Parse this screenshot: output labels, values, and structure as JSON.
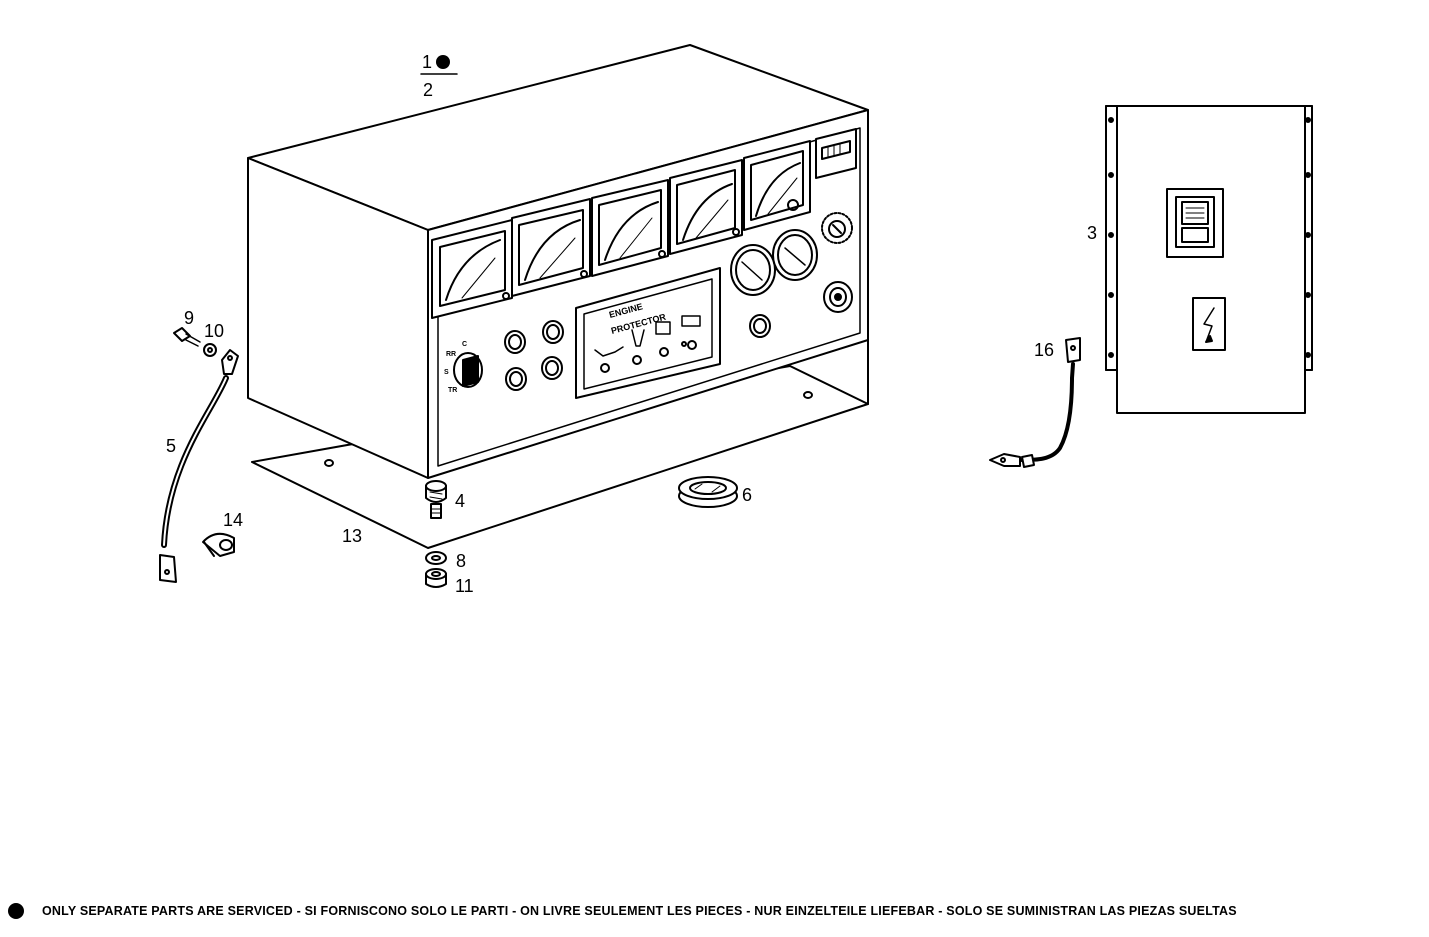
{
  "callouts": {
    "c1": "1",
    "c2": "2",
    "c3": "3",
    "c4": "4",
    "c5": "5",
    "c6": "6",
    "c8": "8",
    "c9": "9",
    "c10": "10",
    "c11": "11",
    "c13": "13",
    "c14": "14",
    "c16": "16"
  },
  "panel": {
    "label_line1": "ENGINE",
    "label_line2": "PROTECTOR",
    "selector_labels": [
      "C",
      "RR",
      "S",
      "TR"
    ]
  },
  "footer": {
    "note": "ONLY SEPARATE PARTS ARE SERVICED - SI FORNISCONO SOLO LE PARTI - ON LIVRE SEULEMENT LES PIECES - NUR EINZELTEILE LIEFEBAR - SOLO SE SUMINISTRAN LAS PIEZAS SUELTAS"
  }
}
